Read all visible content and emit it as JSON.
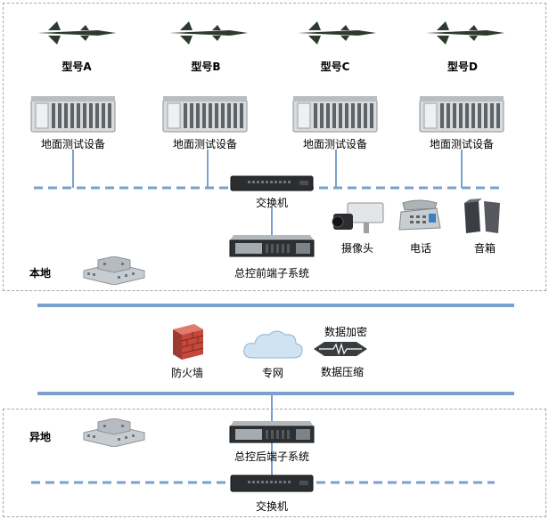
{
  "models": [
    {
      "label": "型号A",
      "equipment_label": "地面测试设备"
    },
    {
      "label": "型号B",
      "equipment_label": "地面测试设备"
    },
    {
      "label": "型号C",
      "equipment_label": "地面测试设备"
    },
    {
      "label": "型号D",
      "equipment_label": "地面测试设备"
    }
  ],
  "local": {
    "region_label": "本地",
    "switch_label": "交换机",
    "front_end_label": "总控前端子系统",
    "peripherals": [
      {
        "label": "摄像头",
        "icon": "camera-icon"
      },
      {
        "label": "电话",
        "icon": "telephone-icon"
      },
      {
        "label": "音箱",
        "icon": "speaker-icon"
      }
    ]
  },
  "network": {
    "firewall_label": "防火墙",
    "private_net_label": "专网",
    "encrypt_label": "数据加密",
    "compress_label": "数据压缩"
  },
  "remote": {
    "region_label": "异地",
    "back_end_label": "总控后端子系统",
    "switch_label": "交换机"
  },
  "colors": {
    "link_blue": "#7aa0cc",
    "dash_border": "#a8a8a8",
    "firewall": "#c8473c",
    "cloud": "#cfe3f3"
  }
}
